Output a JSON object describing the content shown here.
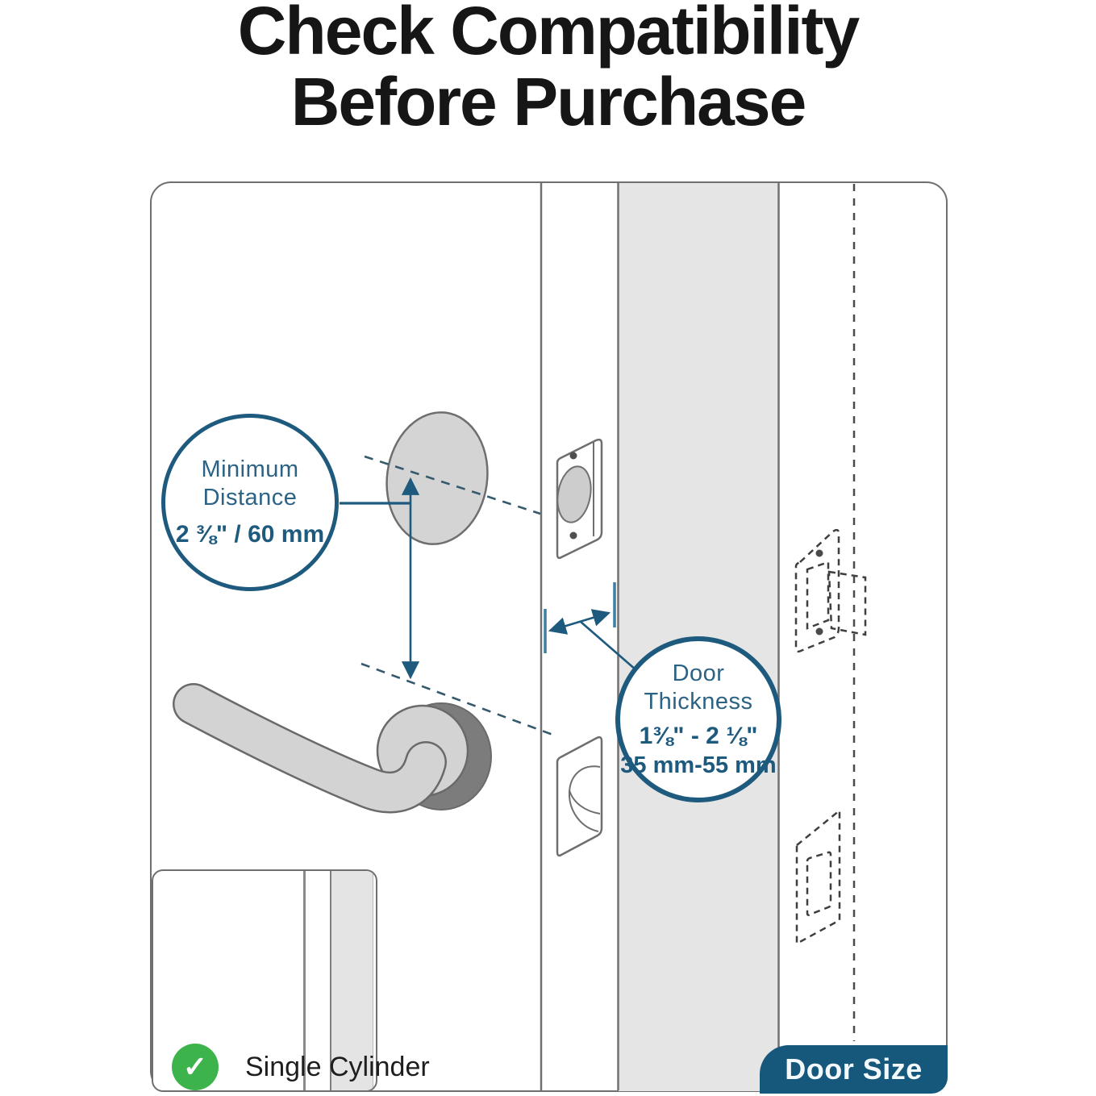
{
  "title": {
    "line1": "Check Compatibility",
    "line2": "Before Purchase"
  },
  "diagram": {
    "min_distance_badge": {
      "line1": "Minimum",
      "line2": "Distance",
      "value": "2 ⅜\" / 60 mm"
    },
    "door_thickness_badge": {
      "line1": "Door",
      "line2": "Thickness",
      "value_inches": "1⅜\" - 2 ⅛\"",
      "value_mm": "35 mm-55 mm"
    },
    "door_size_tab": {
      "label": "Door Size"
    },
    "inset": {
      "label": "Single Cylinder",
      "check_glyph": "✓",
      "check_icon": "checkmark-icon"
    },
    "icons": [
      "deadbolt-hole-icon",
      "lever-handle-icon",
      "deadbolt-latch-plate-icon",
      "spring-latch-plate-icon",
      "strike-plate-dashed-icon",
      "thumbturn-icon"
    ]
  },
  "colors": {
    "accent_blue": "#1d5a7e",
    "label_blue": "#2c6385",
    "tab_blue": "#15587c",
    "check_green": "#3cb44b",
    "hardware_gray": "#d2d3d2",
    "panel_gray": "#e4e5e4",
    "outline_gray": "#6f6f6f",
    "title_color": "#161616"
  }
}
